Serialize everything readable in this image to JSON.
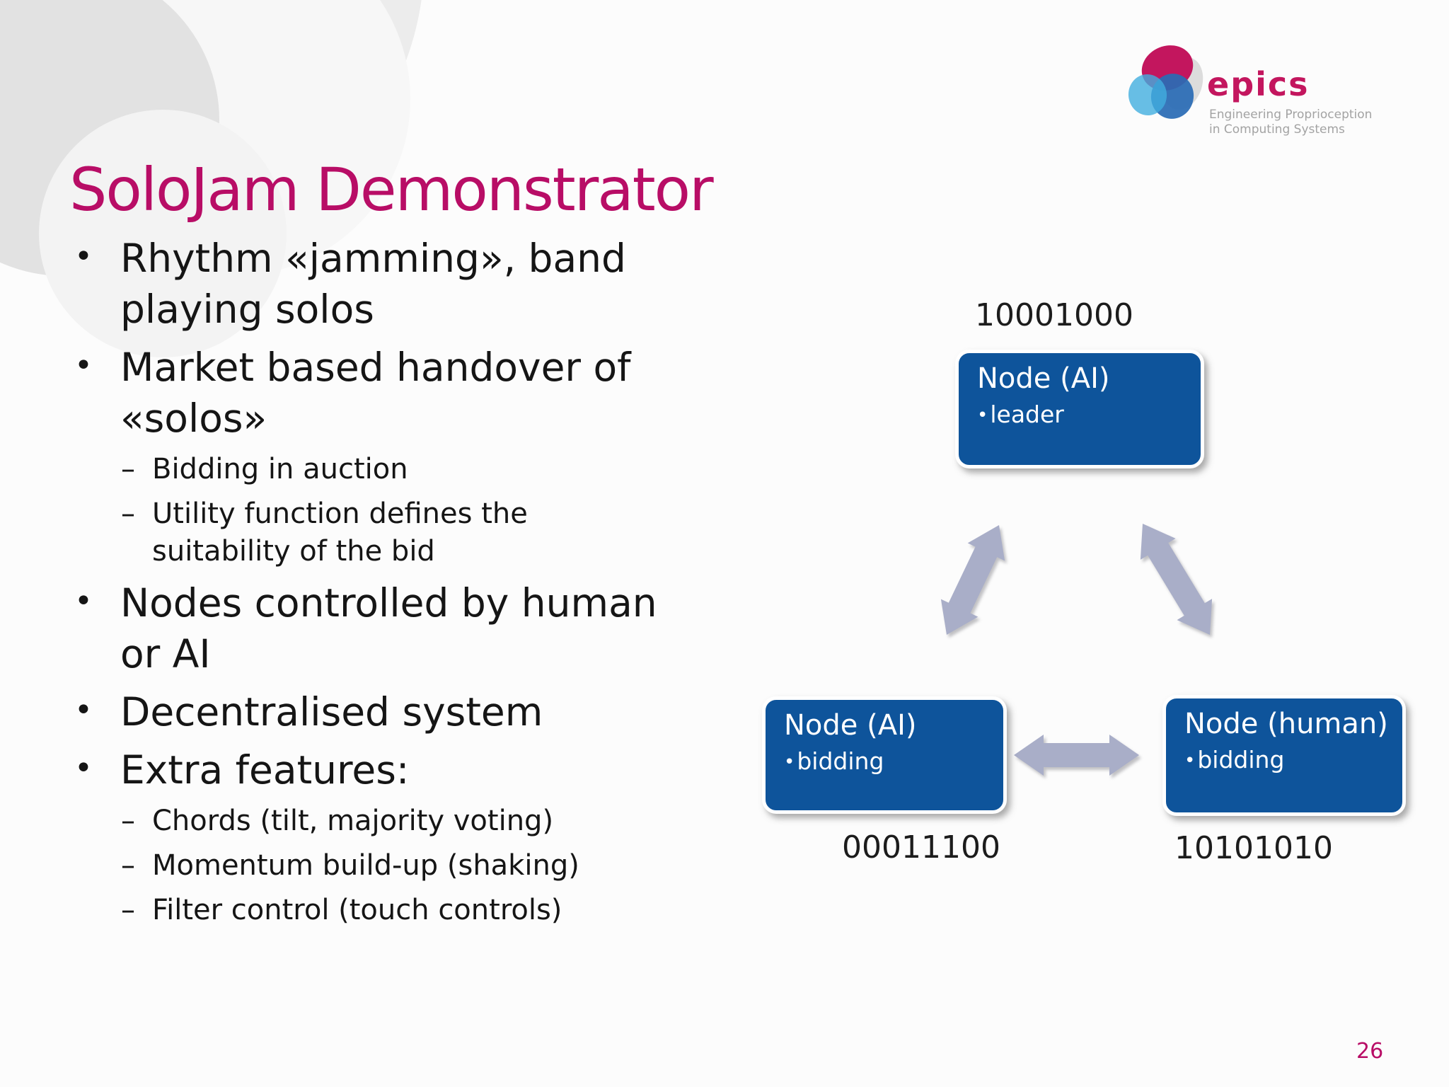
{
  "slide": {
    "title": "SoloJam Demonstrator",
    "page_number": "26",
    "markers": {
      "level1": "•",
      "level2": "–",
      "node": "•"
    },
    "bullets": [
      {
        "level": 1,
        "lines": [
          "Rhythm «jamming», band",
          "playing solos"
        ]
      },
      {
        "level": 1,
        "lines": [
          "Market based handover of",
          "«solos»"
        ]
      },
      {
        "level": 2,
        "lines": [
          "Bidding in auction"
        ]
      },
      {
        "level": 2,
        "lines": [
          "Utility function defines the",
          "suitability of the bid"
        ]
      },
      {
        "level": 1,
        "lines": [
          "Nodes controlled by human",
          "or AI"
        ]
      },
      {
        "level": 1,
        "lines": [
          "Decentralised system"
        ]
      },
      {
        "level": 1,
        "lines": [
          "Extra features:"
        ]
      },
      {
        "level": 2,
        "lines": [
          "Chords (tilt, majority voting)"
        ]
      },
      {
        "level": 2,
        "lines": [
          "Momentum build-up (shaking)"
        ]
      },
      {
        "level": 2,
        "lines": [
          "Filter control (touch controls)"
        ]
      }
    ],
    "diagram": {
      "nodes": [
        {
          "label": "Node (AI)",
          "status": "leader",
          "binary": "10001000"
        },
        {
          "label": "Node (AI)",
          "status": "bidding",
          "binary": "00011100"
        },
        {
          "label": "Node (human)",
          "status": "bidding",
          "binary": "10101010"
        }
      ],
      "colors": {
        "node_fill": "#0e549b",
        "arrow": "#a9aec8",
        "accent": "#b80d66",
        "binary_text": "#1c1c1c"
      }
    },
    "logo": {
      "wordmark": "epics",
      "tagline_line1": "Engineering Proprioception",
      "tagline_line2": "in Computing Systems"
    }
  }
}
